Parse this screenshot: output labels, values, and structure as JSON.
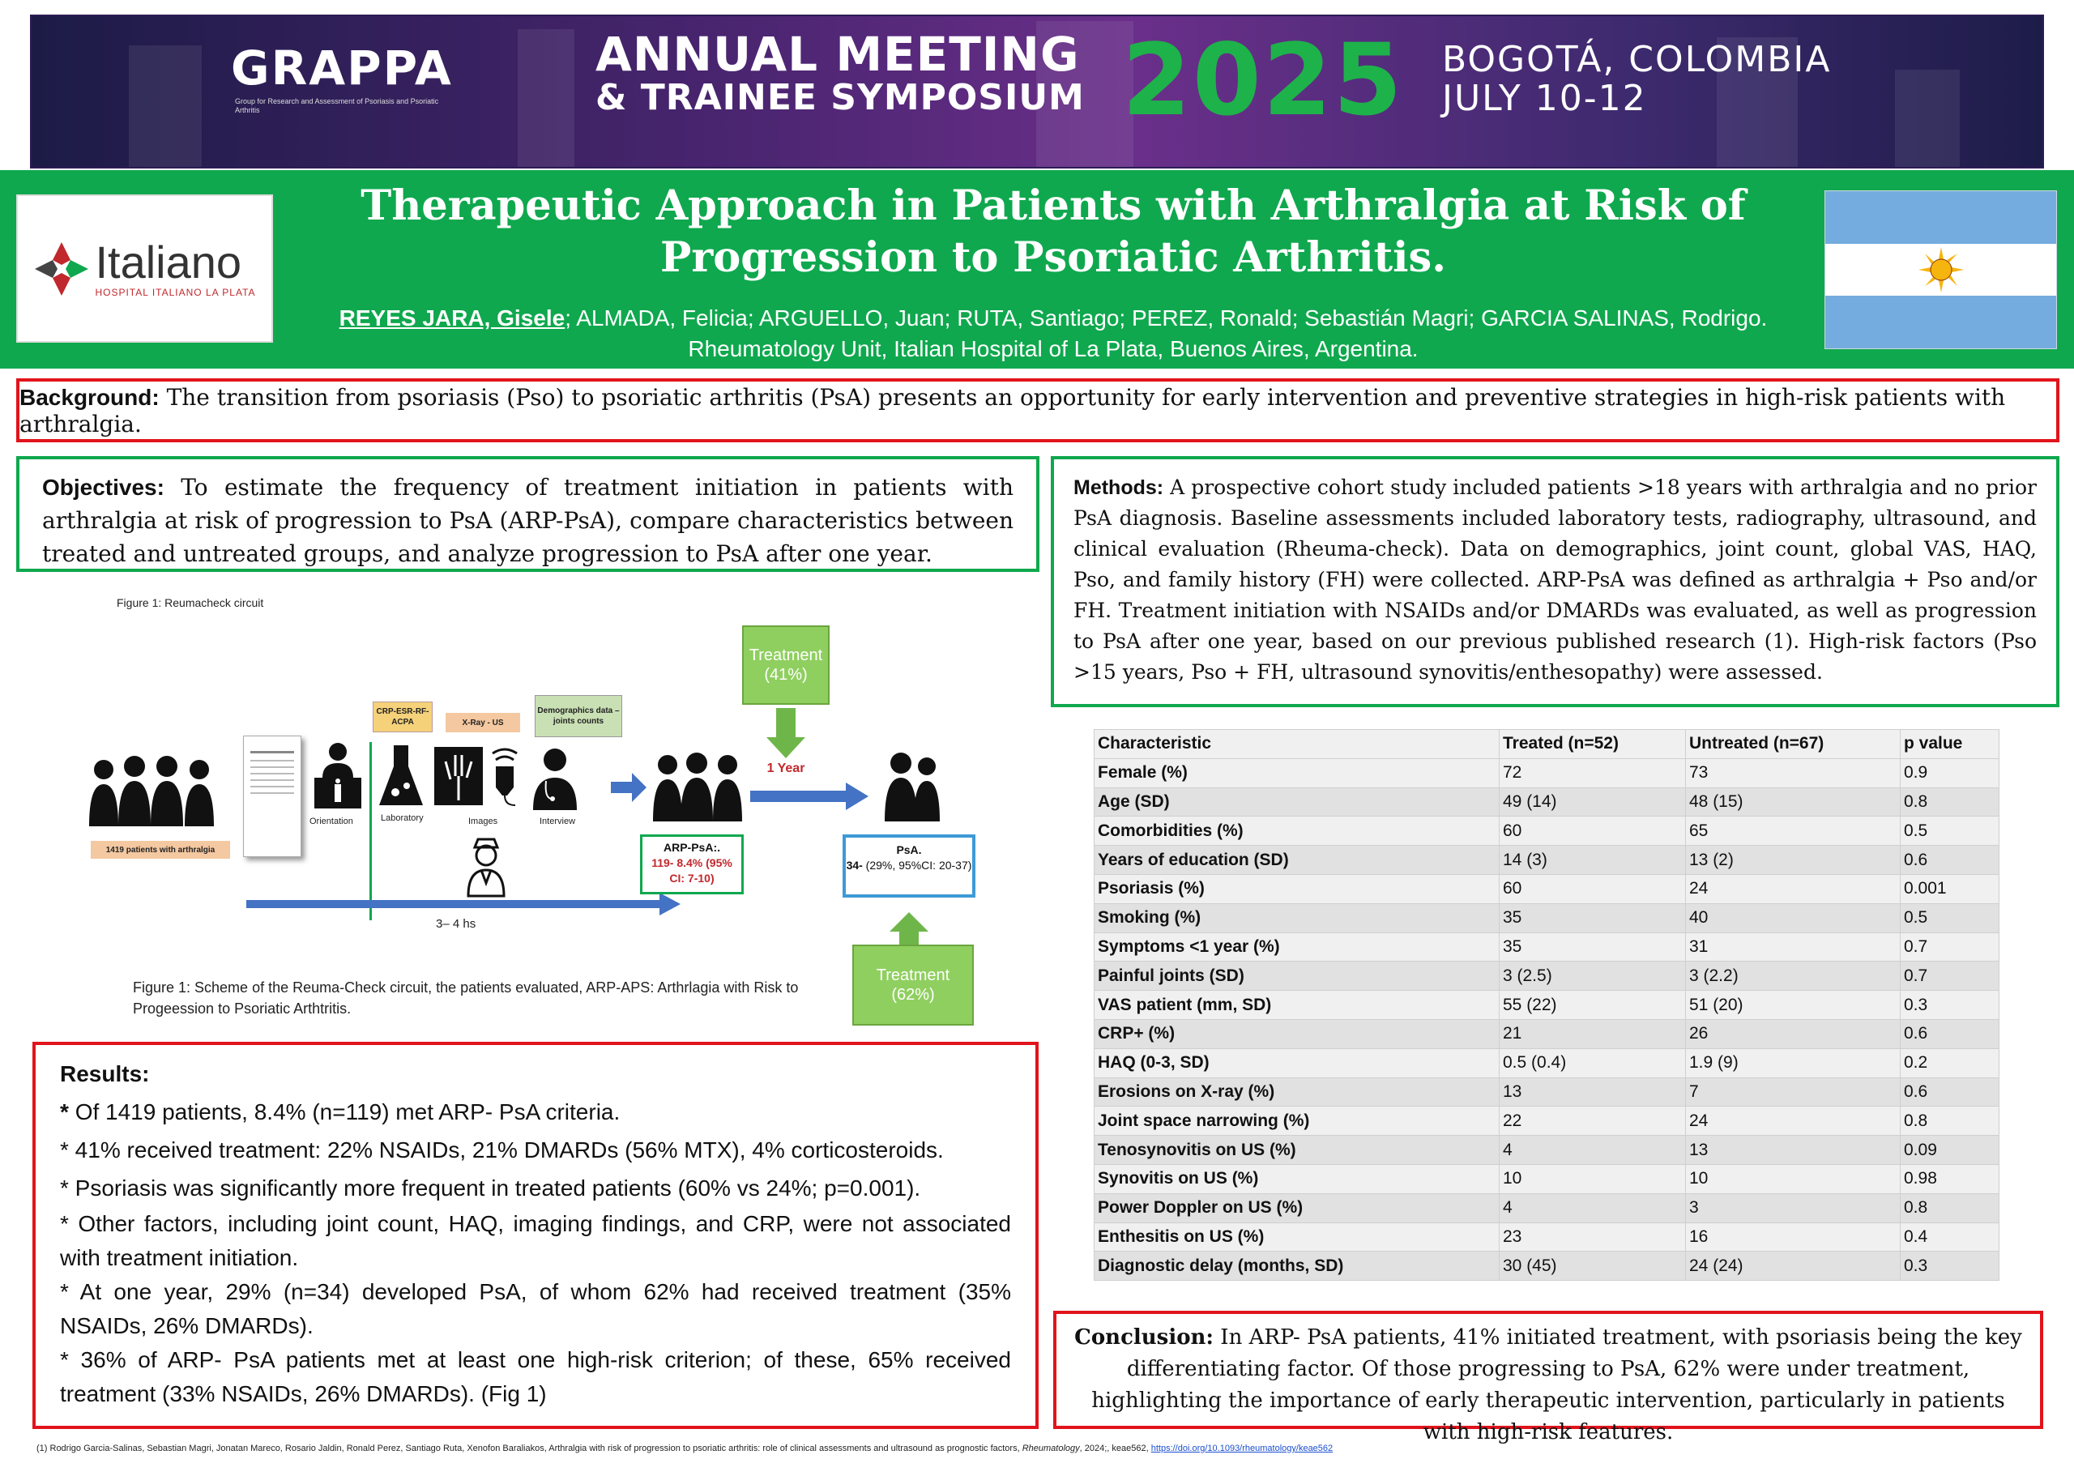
{
  "banner": {
    "org": "GRAPPA",
    "org_sub": "Group for Research and Assessment of Psoriasis and Psoriatic Arthritis",
    "meeting_line1": "ANNUAL MEETING",
    "meeting_line2": "& TRAINEE SYMPOSIUM",
    "year": "2025",
    "city": "BOGOTÁ, COLOMBIA",
    "dates": "JULY 10-12"
  },
  "logo": {
    "name": "Italiano",
    "sub": "HOSPITAL ITALIANO LA PLATA"
  },
  "title": "Therapeutic Approach in Patients with Arthralgia at Risk of Progression to Psoriatic Arthritis.",
  "authors": {
    "first": "REYES JARA, Gisele",
    "rest": "; ALMADA, Felicia; ARGUELLO, Juan; RUTA, Santiago; PEREZ, Ronald; Sebastián Magri; GARCIA SALINAS, Rodrigo.",
    "affiliation": "Rheumatology Unit, Italian Hospital of La Plata, Buenos Aires, Argentina."
  },
  "background": {
    "label": "Background:",
    "text": " The transition from psoriasis (Pso) to psoriatic arthritis (PsA) presents an opportunity for early intervention and preventive strategies in high-risk patients with arthralgia."
  },
  "objectives": {
    "label": "Objectives:",
    "text": " To estimate the frequency of treatment initiation in patients with arthralgia at risk of progression to PsA (ARP-PsA), compare characteristics between treated and untreated groups, and analyze progression to PsA after one year."
  },
  "methods": {
    "label": "Methods:",
    "text": " A prospective cohort study included patients >18 years with arthralgia and no prior PsA diagnosis. Baseline assessments included laboratory tests, radiography, ultrasound, and clinical evaluation (Rheuma-check).  Data on demographics, joint count, global VAS, HAQ, Pso, and family history (FH) were collected. ARP-PsA was defined as arthralgia + Pso and/or FH. Treatment initiation with NSAIDs and/or DMARDs was evaluated,  as well as progression to PsA after one year,  based on our previous published research (1). High-risk factors (Pso >15 years, Pso + FH, ultrasound synovitis/enthesopathy) were assessed."
  },
  "figure": {
    "top_label": "Figure 1: Reumacheck circuit",
    "patients": "1419 patients with arthralgia",
    "orientation": "Orientation",
    "laboratory": "Laboratory",
    "images": "Images",
    "interview": "Interview",
    "lab_tag": "CRP-ESR-RF-ACPA",
    "xray_tag": "X-Ray - US",
    "demo_tag": "Demographics data – joints counts",
    "duration": "3– 4 hs",
    "one_year": "1 Year",
    "arp_title": "ARP-PsA:.",
    "arp_value": "119- 8.4% (95% CI: 7-10)",
    "psa_title": "PsA.",
    "psa_bold": "34-",
    "psa_value": " (29%, 95%CI: 20-37)",
    "treat_top": "Treatment (41%)",
    "treat_bottom": "Treatment (62%)",
    "caption": "Figure 1: Scheme of the Reuma-Check circuit, the patients evaluated, ARP-APS: Arthrlagia with Risk to Progeession to Psoriatic Arthtritis."
  },
  "results": {
    "label": "Results:",
    "items": [
      "Of 1419 patients, 8.4% (n=119) met ARP- PsA criteria.",
      "* 41% received treatment: 22% NSAIDs, 21% DMARDs (56% MTX), 4% corticosteroids.",
      "* Psoriasis was significantly more frequent in treated patients (60% vs 24%; p=0.001).",
      "* Other factors, including joint count, HAQ, imaging findings, and CRP, were not associated with treatment initiation.",
      "* At one year, 29% (n=34) developed PsA, of whom 62% had received treatment (35% NSAIDs, 26% DMARDs).",
      "* 36% of ARP- PsA patients met at least one high-risk criterion; of these, 65% received treatment (33% NSAIDs, 26% DMARDs). (Fig 1)"
    ]
  },
  "table": {
    "headers": [
      "Characteristic",
      "Treated (n=52)",
      "Untreated (n=67)",
      "p value"
    ],
    "rows": [
      [
        "Female (%)",
        "72",
        "73",
        "0.9"
      ],
      [
        "Age (SD)",
        "49 (14)",
        "48 (15)",
        "0.8"
      ],
      [
        "Comorbidities (%)",
        "60",
        "65",
        "0.5"
      ],
      [
        "Years of education (SD)",
        "14 (3)",
        "13 (2)",
        "0.6"
      ],
      [
        "Psoriasis (%)",
        "60",
        "24",
        "0.001"
      ],
      [
        "Smoking (%)",
        "35",
        "40",
        "0.5"
      ],
      [
        "Symptoms <1 year (%)",
        "35",
        "31",
        "0.7"
      ],
      [
        "Painful joints (SD)",
        "3 (2.5)",
        "3 (2.2)",
        "0.7"
      ],
      [
        "VAS patient (mm, SD)",
        "55 (22)",
        "51 (20)",
        "0.3"
      ],
      [
        "CRP+ (%)",
        "21",
        "26",
        "0.6"
      ],
      [
        "HAQ (0-3, SD)",
        "0.5 (0.4)",
        "1.9 (9)",
        "0.2"
      ],
      [
        "Erosions on X-ray (%)",
        "13",
        "7",
        "0.6"
      ],
      [
        "Joint space narrowing (%)",
        "22",
        "24",
        "0.8"
      ],
      [
        "Tenosynovitis on US (%)",
        "4",
        "13",
        "0.09"
      ],
      [
        "Synovitis on US (%)",
        "10",
        "10",
        "0.98"
      ],
      [
        "Power Doppler on US (%)",
        "4",
        "3",
        "0.8"
      ],
      [
        "Enthesitis on US (%)",
        "23",
        "16",
        "0.4"
      ],
      [
        "Diagnostic delay (months, SD)",
        "30 (45)",
        "24 (24)",
        "0.3"
      ]
    ]
  },
  "conclusion": {
    "label": "Conclusion:",
    "text": " In ARP- PsA patients, 41% initiated treatment, with psoriasis being the key differentiating factor. Of those progressing to PsA, 62% were under treatment, highlighting the importance of early therapeutic intervention, particularly in patients with high-risk features."
  },
  "reference": {
    "text": "(1) Rodrigo Garcia-Salinas, Sebastian Magri, Jonatan Mareco, Rosario Jaldin, Ronald Perez, Santiago Ruta, Xenofon Baraliakos, Arthralgia with risk of progression to psoriatic arthritis: role of clinical assessments and ultrasound as prognostic factors, ",
    "journal": "Rheumatology",
    "tail": ", 2024;, keae562, ",
    "link": "https://doi.org/10.1093/rheumatology/keae562"
  },
  "colors": {
    "green": "#0fa84e",
    "red": "#e1141b",
    "banner_year": "#1eb24a",
    "flag_blue": "#74acdf",
    "sun": "#f6b40e"
  }
}
